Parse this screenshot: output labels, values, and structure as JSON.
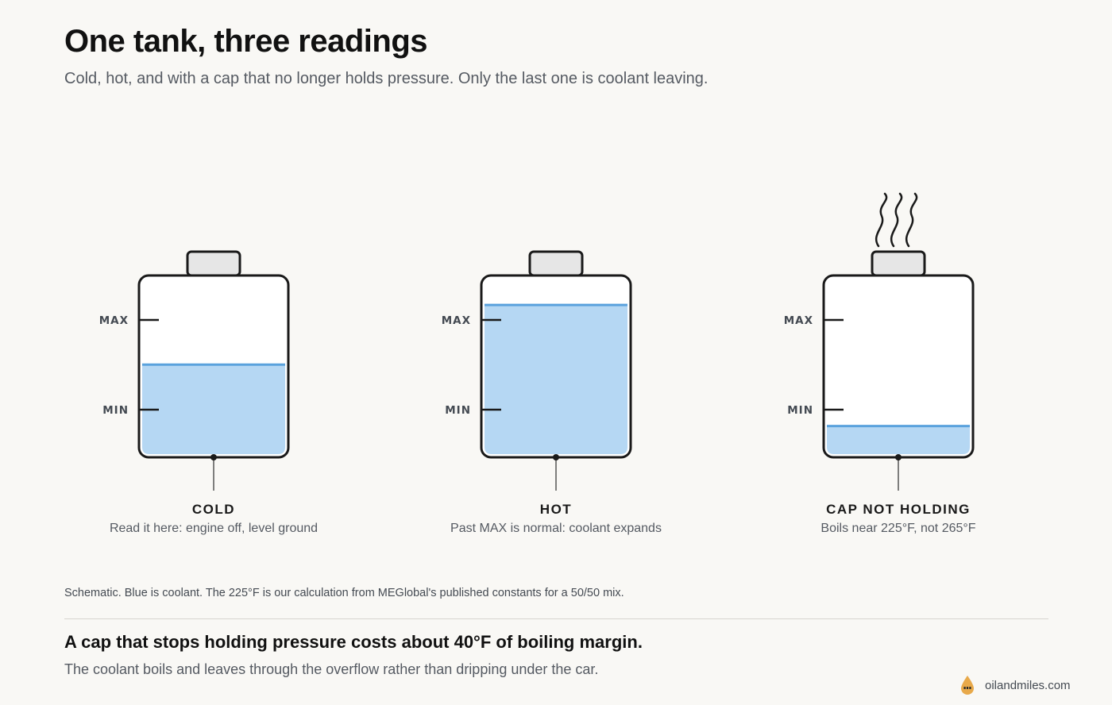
{
  "header": {
    "title": "One tank, three readings",
    "subtitle": "Cold, hot, and with a cap that no longer holds pressure. Only the last one is coolant leaving."
  },
  "scale": {
    "max_label": "MAX",
    "min_label": "MIN"
  },
  "tanks": [
    {
      "label": "COLD",
      "caption": "Read it here: engine off, level ground",
      "fill_fraction": 0.51,
      "steam": false
    },
    {
      "label": "HOT",
      "caption": "Past MAX is normal: coolant expands",
      "fill_fraction": 0.85,
      "steam": false
    },
    {
      "label": "CAP NOT HOLDING",
      "caption": "Boils near 225°F, not 265°F",
      "fill_fraction": 0.16,
      "steam": true
    }
  ],
  "footer": {
    "note": "Schematic. Blue is coolant. The 225°F is our calculation from MEGlobal's published constants for a 50/50 mix.",
    "takeaway": "A cap that stops holding pressure costs about 40°F of boiling margin.",
    "takeaway_body": "The coolant boils and leaves through the overflow rather than dripping under the car.",
    "brand": "oilandmiles.com"
  },
  "colors": {
    "coolant_fill": "#b5d7f3",
    "coolant_surface": "#5aa2dd",
    "outline": "#1a1a1a",
    "cap_fill": "#e6e6e6",
    "brand_drop": "#e8a94a"
  }
}
